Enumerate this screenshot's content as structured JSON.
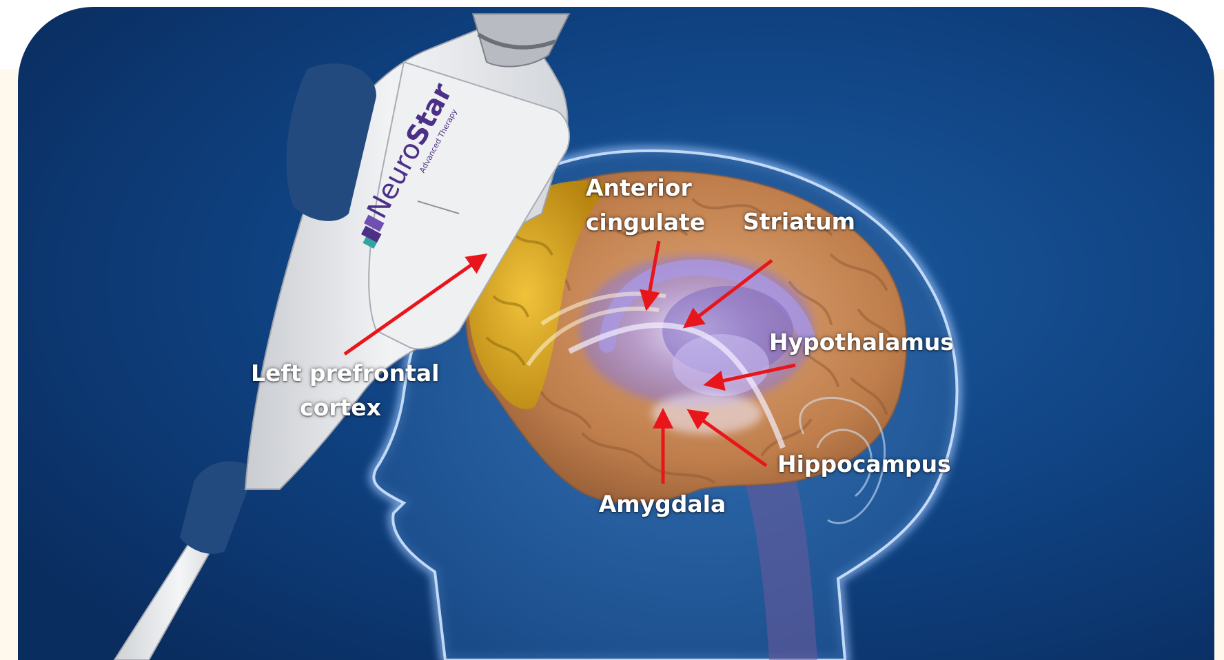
{
  "device": {
    "brand_prefix": "Neuro",
    "brand_suffix": "Star",
    "tagline": "Advanced Therapy"
  },
  "labels": {
    "anterior_cingulate": {
      "line1": "Anterior",
      "line2": "cingulate"
    },
    "striatum": "Striatum",
    "hypothalamus": "Hypothalamus",
    "left_prefrontal": {
      "line1": "Left prefrontal",
      "line2": "cortex"
    },
    "hippocampus": "Hippocampus",
    "amygdala": "Amygdala"
  },
  "colors": {
    "background_blue": "#0d3a73",
    "arrow_red": "#e8161b",
    "label_white": "#ffffff",
    "prefrontal_yellow": "#d6a51c",
    "brain_tan": "#c98a55",
    "limbic_purple": "#9b87d6",
    "device_white": "#e9eaec",
    "device_navy": "#234a7e"
  }
}
